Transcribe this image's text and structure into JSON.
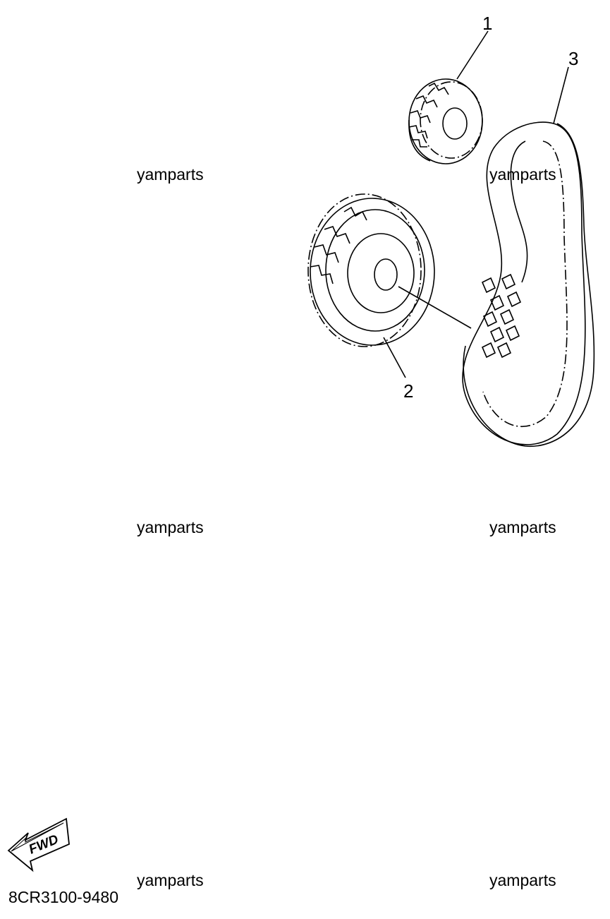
{
  "callouts": [
    {
      "number": "1"
    },
    {
      "number": "2"
    },
    {
      "number": "3"
    }
  ],
  "watermarks": [
    "yamparts",
    "yamparts",
    "yamparts",
    "yamparts",
    "yamparts",
    "yamparts"
  ],
  "fwd_arrow": {
    "label": "FWD"
  },
  "diagram_code": "8CR3100-9480"
}
